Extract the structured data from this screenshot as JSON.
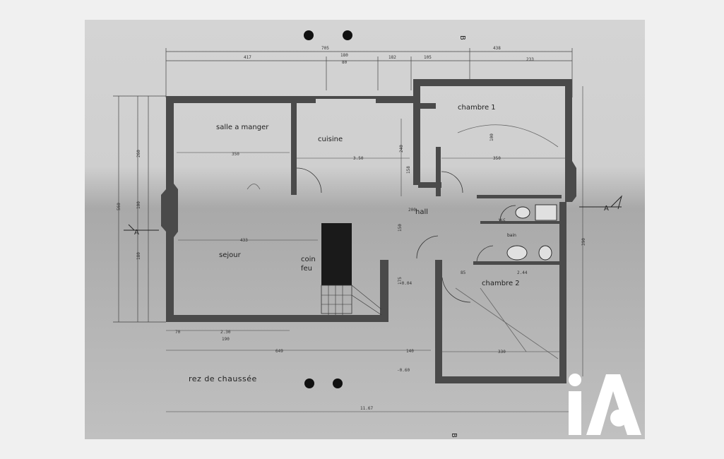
{
  "rooms": {
    "salle_a_manger": "salle a manger",
    "cuisine": "cuisine",
    "chambre1": "chambre 1",
    "chambre2": "chambre 2",
    "sejour": "sejour",
    "coin_feu_1": "coin",
    "coin_feu_2": "feu",
    "hall": "hall",
    "wc": "w.c",
    "bain": "bain"
  },
  "title": "rez de chaussée",
  "section_markers": {
    "a": "A",
    "b": "B"
  },
  "dimensions": {
    "top_total": "705",
    "top_417": "417",
    "top_180": "180",
    "top_80": "80",
    "top_182": "182",
    "top_105": "105",
    "top_438": "438",
    "top_233": "233",
    "d_350a": "350",
    "d_350b": "3.50",
    "d_350c": "350",
    "d_433": "433",
    "d_240": "240",
    "d_158": "158",
    "d_200": "200",
    "d_150": "150",
    "d_175": "175",
    "d_244": "2.44",
    "d_85": "85",
    "d_330": "330",
    "d_70": "70",
    "d_230": "2.30",
    "d_190": "190",
    "d_649": "649",
    "d_140": "140",
    "d_1167": "11.67",
    "d_060": "-0.60",
    "d_004": "-0.04",
    "left_560": "560",
    "left_260": "260",
    "left_100": "100",
    "left_180": "180",
    "right_390": "390",
    "d_100": "100"
  },
  "colors": {
    "wall": "#4a4a4a",
    "line": "#333333",
    "logo": "#ffffff"
  }
}
